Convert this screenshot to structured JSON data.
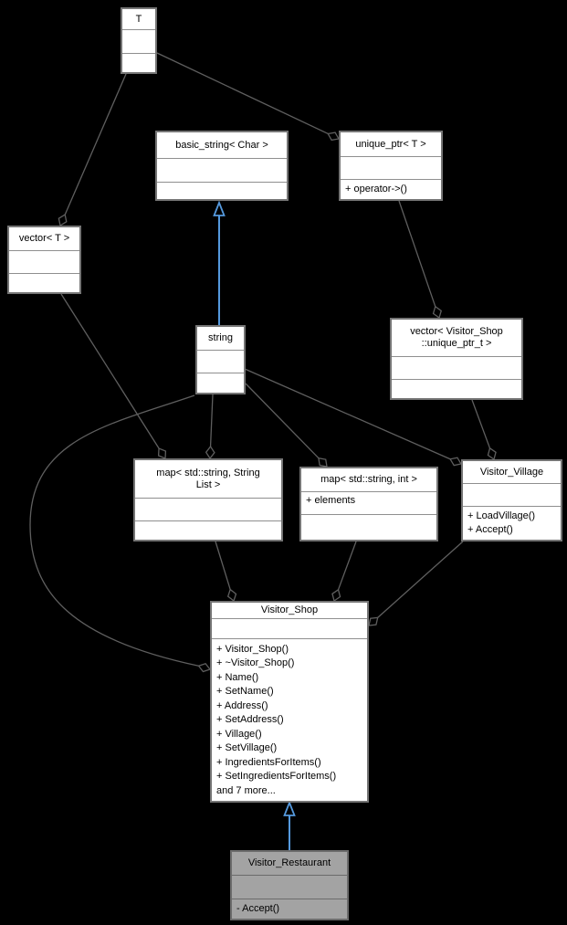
{
  "diagram": {
    "kind": "UML collaboration diagram",
    "colors": {
      "background": "#000000",
      "node_fill": "#ffffff",
      "node_border": "#757575",
      "edge_line": "#5f5f5f",
      "inheritance_arrow": "#5599dd",
      "focus_node_fill": "#a3a3a3"
    }
  },
  "nodes": {
    "t": {
      "title": "T"
    },
    "basic_string": {
      "title": "basic_string< Char >"
    },
    "unique_ptr": {
      "title": "unique_ptr< T >",
      "methods": [
        "+ operator->()"
      ]
    },
    "vector_t": {
      "title": "vector< T >"
    },
    "string": {
      "title": "string"
    },
    "vector_shop": {
      "title_lines": [
        "vector< Visitor_Shop",
        "::unique_ptr_t >"
      ]
    },
    "map_stringlist": {
      "title_lines": [
        "map< std::string, String",
        "List >"
      ]
    },
    "map_int": {
      "title": "map< std::string, int >",
      "fields": [
        "+ elements"
      ]
    },
    "visitor_village": {
      "title": "Visitor_Village",
      "methods": [
        "+ LoadVillage()",
        "+ Accept()"
      ]
    },
    "visitor_shop": {
      "title": "Visitor_Shop",
      "methods": [
        "+ Visitor_Shop()",
        "+ ~Visitor_Shop()",
        "+ Name()",
        "+ SetName()",
        "+ Address()",
        "+ SetAddress()",
        "+ Village()",
        "+ SetVillage()",
        "+ IngredientsForItems()",
        "+ SetIngredientsForItems()",
        "and 7 more..."
      ]
    },
    "visitor_restaurant": {
      "title": "Visitor_Restaurant",
      "methods": [
        "- Accept()"
      ]
    }
  },
  "edges": [
    {
      "from": "T",
      "to": "vector< T >",
      "relation": "aggregation"
    },
    {
      "from": "T",
      "to": "unique_ptr< T >",
      "relation": "aggregation"
    },
    {
      "from": "string",
      "to": "basic_string< Char >",
      "relation": "public inheritance"
    },
    {
      "from": "unique_ptr< T >",
      "to": "vector< Visitor_Shop ::unique_ptr_t >",
      "relation": "aggregation"
    },
    {
      "from": "vector< Visitor_Shop ::unique_ptr_t >",
      "to": "Visitor_Village",
      "relation": "aggregation"
    },
    {
      "from": "vector< T >",
      "to": "map< std::string, String List >",
      "relation": "aggregation"
    },
    {
      "from": "string",
      "to": "map< std::string, String List >",
      "relation": "aggregation"
    },
    {
      "from": "string",
      "to": "map< std::string, int >",
      "relation": "aggregation"
    },
    {
      "from": "string",
      "to": "Visitor_Village",
      "relation": "aggregation"
    },
    {
      "from": "string",
      "to": "Visitor_Shop",
      "relation": "aggregation"
    },
    {
      "from": "map< std::string, String List >",
      "to": "Visitor_Shop",
      "relation": "aggregation"
    },
    {
      "from": "map< std::string, int >",
      "to": "Visitor_Shop",
      "relation": "aggregation"
    },
    {
      "from": "Visitor_Village",
      "to": "Visitor_Shop",
      "relation": "aggregation"
    },
    {
      "from": "Visitor_Restaurant",
      "to": "Visitor_Shop",
      "relation": "public inheritance"
    }
  ]
}
